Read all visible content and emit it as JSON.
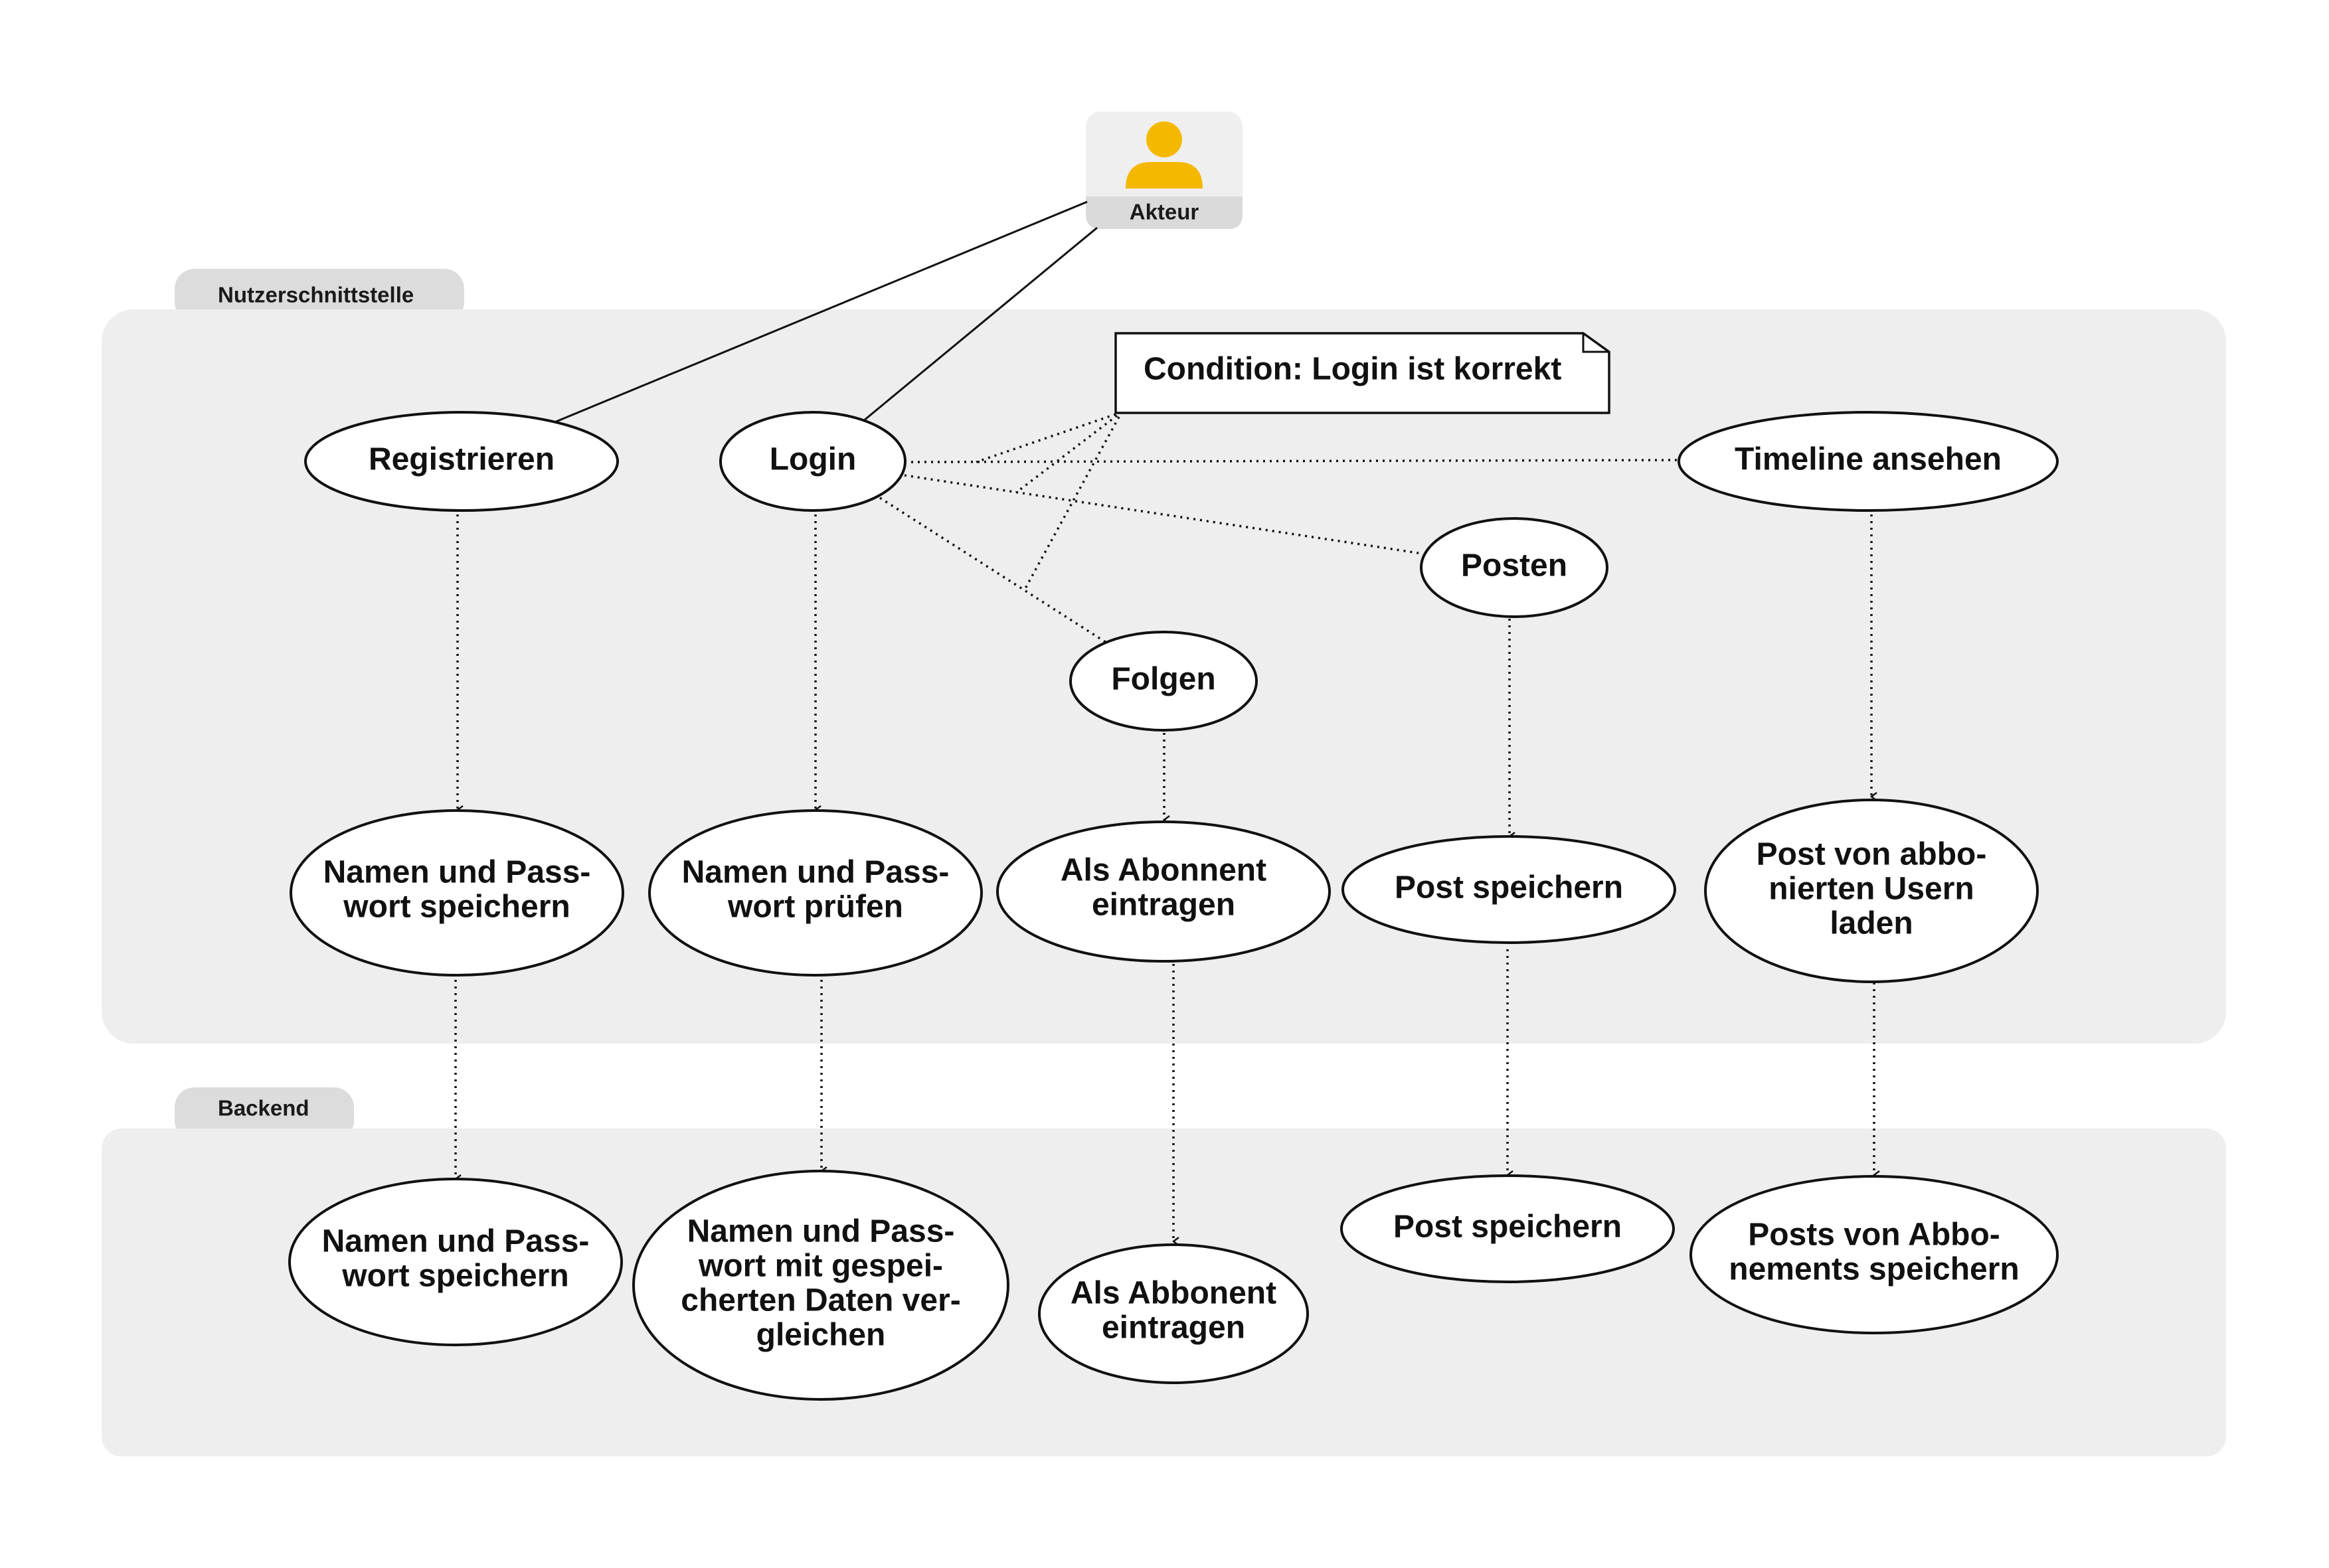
{
  "lanes": {
    "ui": {
      "label": "Nutzerschnittstelle"
    },
    "backend": {
      "label": "Backend"
    }
  },
  "actor": {
    "label": "Akteur",
    "icon": "person-icon",
    "color": "#F5B800"
  },
  "note": {
    "text": "Condition: Login ist korrekt"
  },
  "usecases": {
    "registrieren": [
      "Registrieren"
    ],
    "login": [
      "Login"
    ],
    "timeline": [
      "Timeline ansehen"
    ],
    "posten": [
      "Posten"
    ],
    "folgen": [
      "Folgen"
    ],
    "ui_namen_speichern": [
      "Namen und Pass-",
      "wort speichern"
    ],
    "ui_namen_pruefen": [
      "Namen und Pass-",
      "wort prüfen"
    ],
    "ui_abonnent": [
      "Als Abonnent",
      "eintragen"
    ],
    "ui_post_speichern": [
      "Post speichern"
    ],
    "ui_post_laden": [
      "Post von abbo-",
      "nierten Usern",
      "laden"
    ],
    "be_namen_speichern": [
      "Namen und Pass-",
      "wort speichern"
    ],
    "be_namen_vergleichen": [
      "Namen und Pass-",
      "wort mit gespei-",
      "cherten Daten ver-",
      "gleichen"
    ],
    "be_abonnent": [
      "Als Abbonent",
      "eintragen"
    ],
    "be_post_speichern": [
      "Post speichern"
    ],
    "be_posts_abos": [
      "Posts von Abbo-",
      "nements speichern"
    ]
  },
  "colors": {
    "lane_fill": "#EEEEEE",
    "tab_fill": "#DCDCDC",
    "oval_fill": "#FFFFFF",
    "stroke": "#111111",
    "actor_box": "#EFEFEF",
    "actor_label_bg": "#DADADA"
  }
}
